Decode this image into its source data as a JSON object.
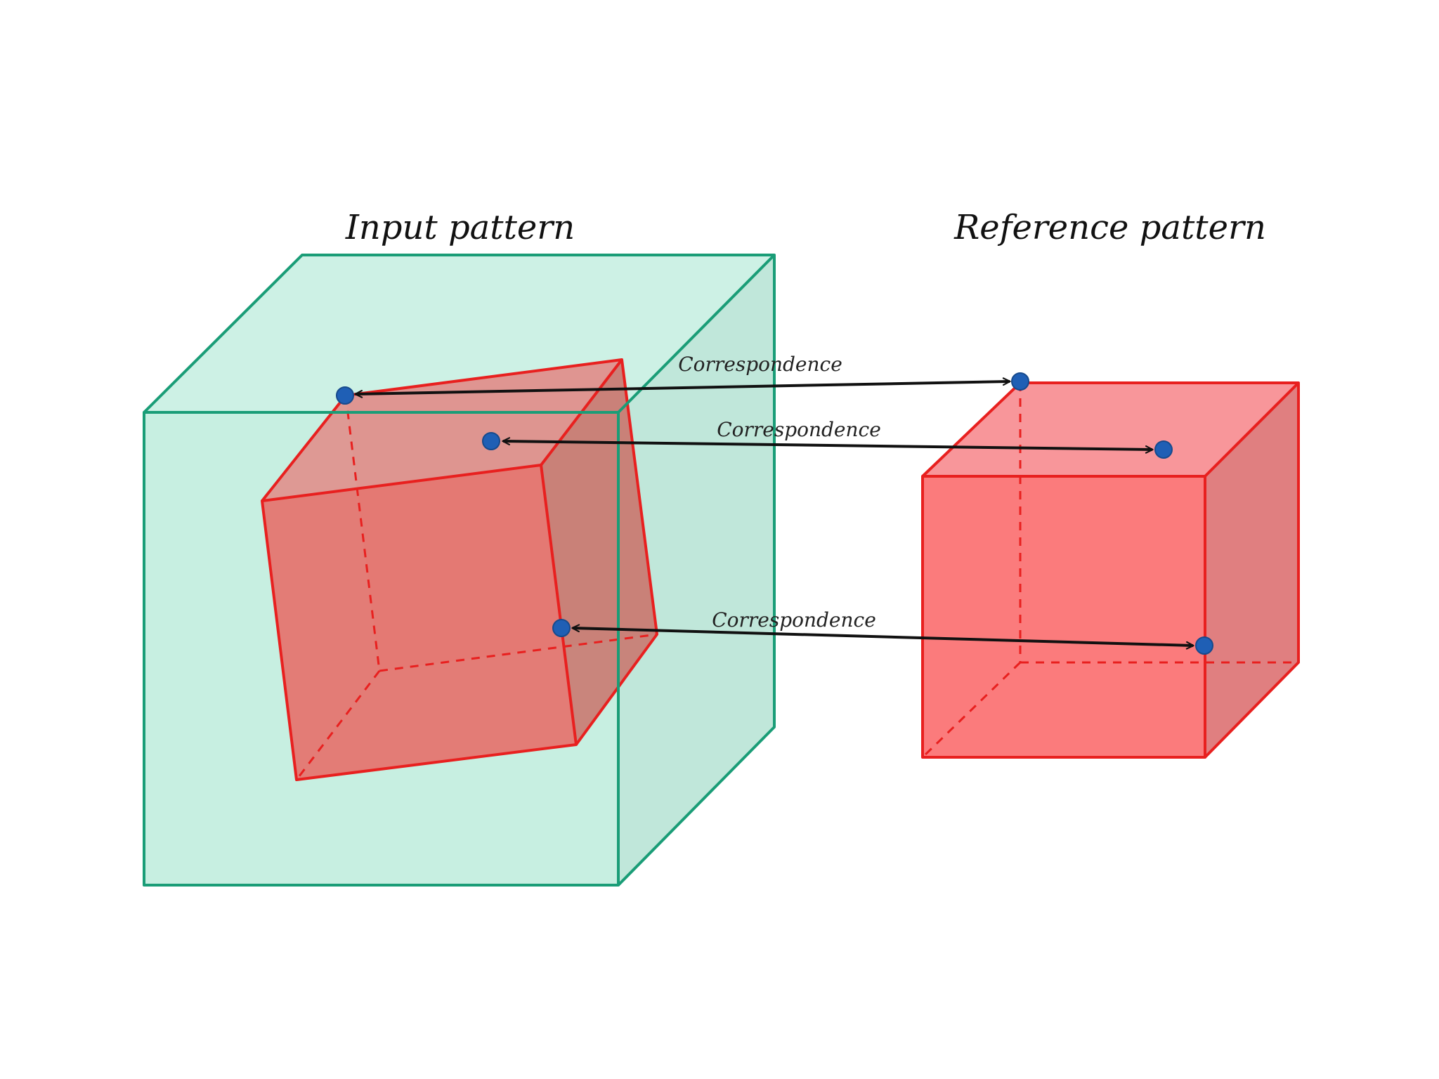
{
  "labels": {
    "input_title": "Input pattern",
    "reference_title": "Reference pattern",
    "correspondences": [
      "Correspondence",
      "Correspondence",
      "Correspondence"
    ]
  },
  "colors": {
    "teal_fill": "#c7efe1",
    "teal_stroke": "#1a9d77",
    "red_stroke": "#e8201f",
    "red_fill": "#e86a66",
    "point": "#1f5fb5",
    "arrow": "#111111"
  }
}
